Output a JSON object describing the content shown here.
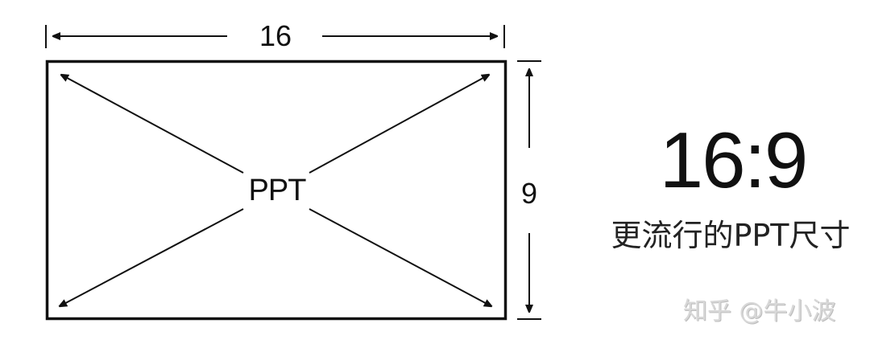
{
  "diagram": {
    "width_label": "16",
    "height_label": "9",
    "center_label": "PPT",
    "colors": {
      "stroke": "#111111",
      "background": "#ffffff",
      "watermark": "#d8d8d8"
    }
  },
  "caption": {
    "ratio": "16:9",
    "subtitle": "更流行的PPT尺寸"
  },
  "watermark": {
    "text": "知乎 @牛小波"
  }
}
